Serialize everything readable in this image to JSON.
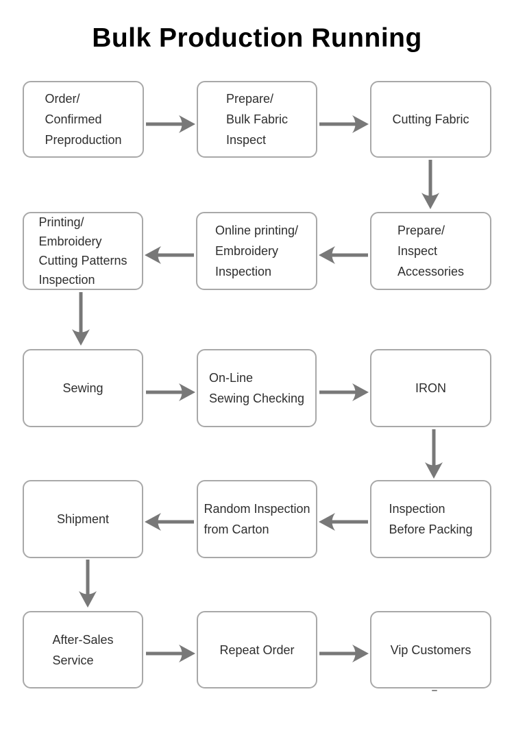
{
  "title": "Bulk Production Running",
  "colors": {
    "background": "#ffffff",
    "box_border": "#a8a8a8",
    "arrow": "#787878",
    "text": "#2e2e2e",
    "title": "#000000"
  },
  "nodes": [
    {
      "id": "order-confirmed-preproduction",
      "lines": [
        "Order/",
        "Confirmed",
        "Preproduction"
      ]
    },
    {
      "id": "prepare-bulk-fabric-inspect",
      "lines": [
        "Prepare/",
        "Bulk Fabric",
        "Inspect"
      ]
    },
    {
      "id": "cutting-fabric",
      "lines": [
        "Cutting Fabric"
      ]
    },
    {
      "id": "prepare-inspect-accessories",
      "lines": [
        "Prepare/",
        "Inspect",
        "Accessories"
      ]
    },
    {
      "id": "online-printing-embroidery-inspection",
      "lines": [
        "Online printing/",
        "Embroidery",
        "Inspection"
      ]
    },
    {
      "id": "printing-embroidery-cutting-patterns-inspection",
      "lines": [
        "Printing/",
        "Embroidery",
        "Cutting Patterns",
        "Inspection"
      ]
    },
    {
      "id": "sewing",
      "lines": [
        "Sewing"
      ]
    },
    {
      "id": "on-line-sewing-checking",
      "lines": [
        "On-Line",
        "Sewing Checking"
      ]
    },
    {
      "id": "iron",
      "lines": [
        "IRON"
      ]
    },
    {
      "id": "inspection-before-packing",
      "lines": [
        "Inspection",
        "Before Packing"
      ]
    },
    {
      "id": "random-inspection-from-carton",
      "lines": [
        "Random Inspection",
        "from Carton"
      ]
    },
    {
      "id": "shipment",
      "lines": [
        "Shipment"
      ]
    },
    {
      "id": "after-sales-service",
      "lines": [
        "After-Sales",
        "Service"
      ]
    },
    {
      "id": "repeat-order",
      "lines": [
        "Repeat Order"
      ]
    },
    {
      "id": "vip-customers",
      "lines": [
        "Vip Customers"
      ]
    }
  ],
  "edges": [
    {
      "from": "order-confirmed-preproduction",
      "to": "prepare-bulk-fabric-inspect"
    },
    {
      "from": "prepare-bulk-fabric-inspect",
      "to": "cutting-fabric"
    },
    {
      "from": "cutting-fabric",
      "to": "prepare-inspect-accessories"
    },
    {
      "from": "prepare-inspect-accessories",
      "to": "online-printing-embroidery-inspection"
    },
    {
      "from": "online-printing-embroidery-inspection",
      "to": "printing-embroidery-cutting-patterns-inspection"
    },
    {
      "from": "printing-embroidery-cutting-patterns-inspection",
      "to": "sewing"
    },
    {
      "from": "sewing",
      "to": "on-line-sewing-checking"
    },
    {
      "from": "on-line-sewing-checking",
      "to": "iron"
    },
    {
      "from": "iron",
      "to": "inspection-before-packing"
    },
    {
      "from": "inspection-before-packing",
      "to": "random-inspection-from-carton"
    },
    {
      "from": "random-inspection-from-carton",
      "to": "shipment"
    },
    {
      "from": "shipment",
      "to": "after-sales-service"
    },
    {
      "from": "after-sales-service",
      "to": "repeat-order"
    },
    {
      "from": "repeat-order",
      "to": "vip-customers"
    }
  ]
}
